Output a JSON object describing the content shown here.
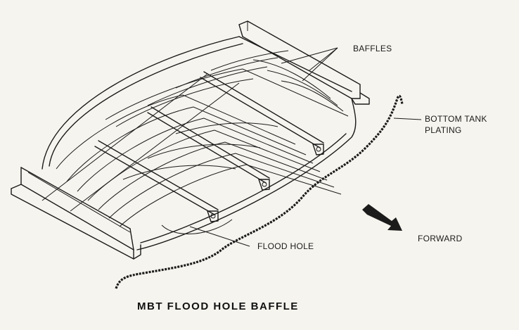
{
  "diagram": {
    "title": "MBT FLOOD HOLE BAFFLE",
    "labels": {
      "baffles": "BAFFLES",
      "bottom_tank_plating_line1": "BOTTOM TANK",
      "bottom_tank_plating_line2": "PLATING",
      "flood_hole": "FLOOD HOLE",
      "forward": "FORWARD"
    },
    "icons": {
      "forward_arrow": "forward-arrow-icon"
    },
    "colors": {
      "background": "#f6f4ee",
      "ink": "#1b1b1b"
    }
  }
}
